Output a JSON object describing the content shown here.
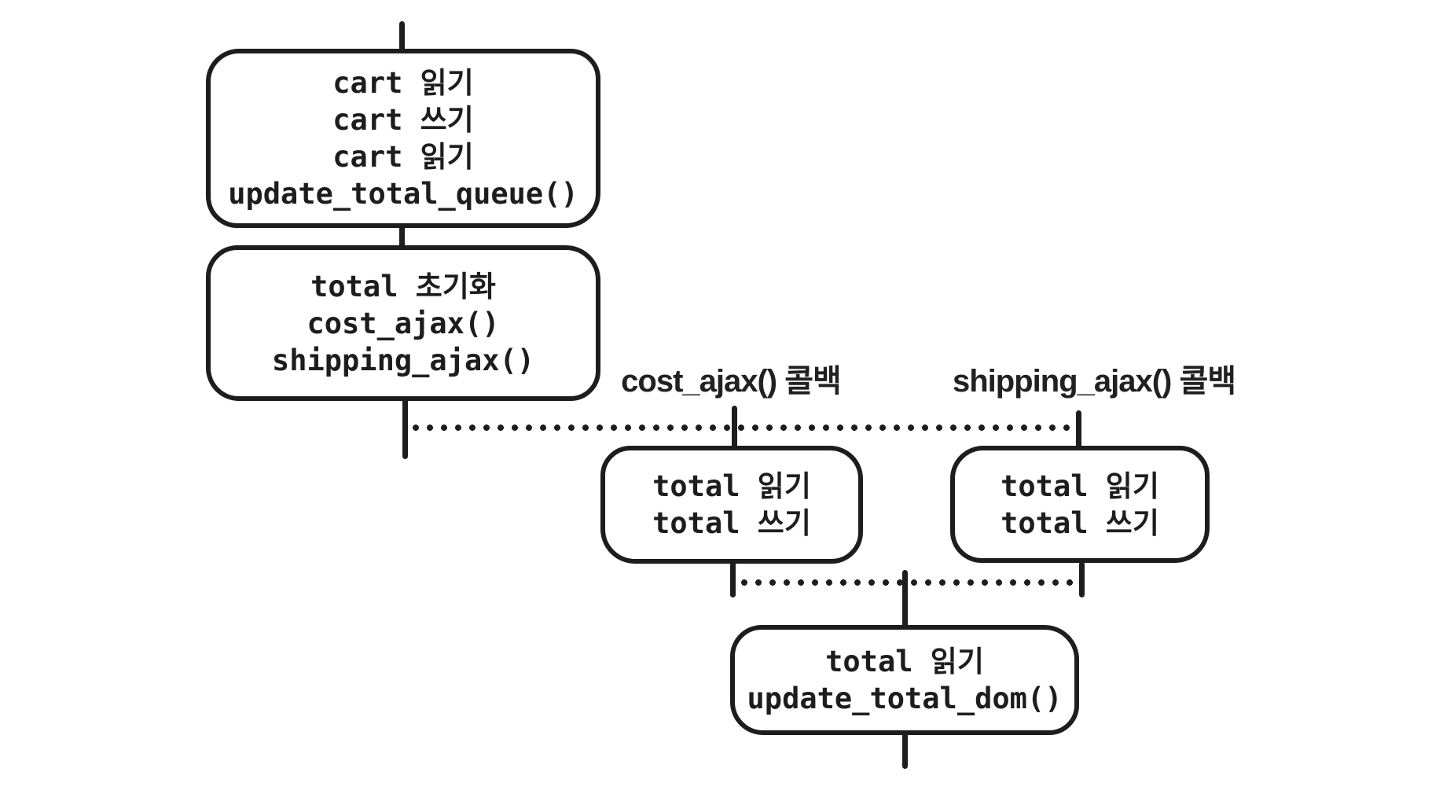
{
  "diagram": {
    "title_semantic": "javascript-task-queue-timeline",
    "background_color": "#ffffff",
    "stroke_color": "#1d1d1d",
    "boxes": [
      {
        "name": "cart-task",
        "lines": [
          "cart 읽기",
          "cart 쓰기",
          "cart 읽기",
          "update_total_queue()"
        ]
      },
      {
        "name": "total-init-task",
        "lines": [
          "total 초기화",
          "cost_ajax()",
          "shipping_ajax()"
        ]
      },
      {
        "name": "cost-callback-task",
        "lines": [
          "total 읽기",
          "total 쓰기"
        ]
      },
      {
        "name": "shipping-callback-task",
        "lines": [
          "total 읽기",
          "total 쓰기"
        ]
      },
      {
        "name": "dom-update-task",
        "lines": [
          "total 읽기",
          "update_total_dom()"
        ]
      }
    ],
    "labels": {
      "cost_callback": "cost_ajax() 콜백",
      "shipping_callback": "shipping_ajax() 콜백"
    }
  }
}
